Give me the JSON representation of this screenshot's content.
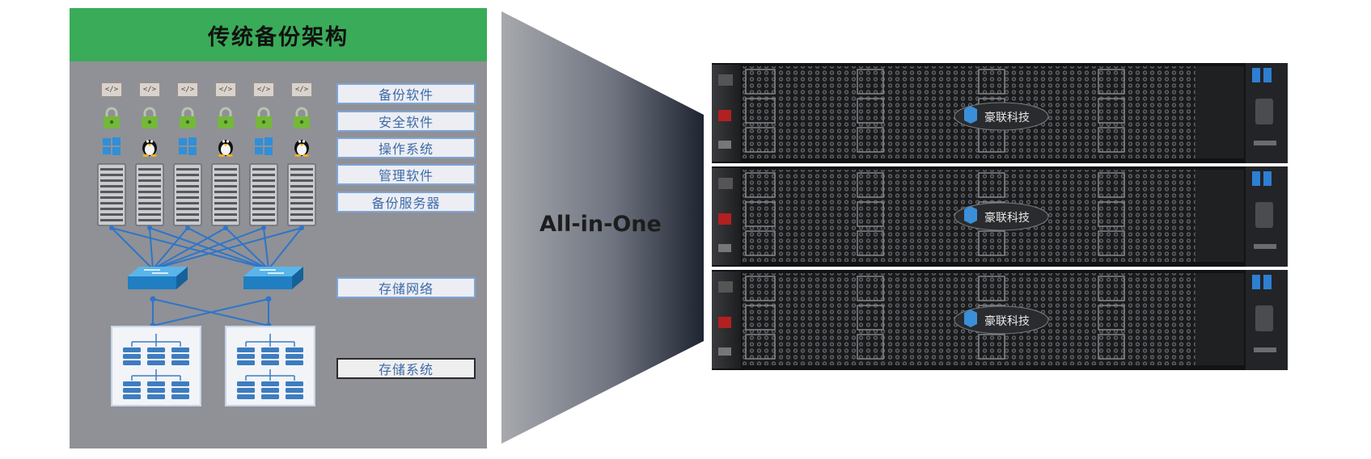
{
  "left_panel": {
    "title": "传统备份架构",
    "layers": {
      "backup_software": "备份软件",
      "security_software": "安全软件",
      "operating_system": "操作系统",
      "management_software": "管理软件",
      "backup_server": "备份服务器",
      "storage_network": "存储网络",
      "storage_system": "存储系统"
    },
    "nodes": [
      {
        "code": "</>",
        "os": "windows"
      },
      {
        "code": "</>",
        "os": "linux"
      },
      {
        "code": "</>",
        "os": "windows"
      },
      {
        "code": "</>",
        "os": "linux"
      },
      {
        "code": "</>",
        "os": "windows"
      },
      {
        "code": "</>",
        "os": "linux"
      }
    ]
  },
  "middle": {
    "label": "All-in-One"
  },
  "rack": {
    "units": [
      {
        "brand": "豪联科技"
      },
      {
        "brand": "豪联科技"
      },
      {
        "brand": "豪联科技"
      }
    ]
  },
  "colors": {
    "header_green": "#3aab58",
    "panel_gray": "#8f9196",
    "link_blue": "#2f75c9",
    "switch_blue": "#2b8fd0",
    "disk_blue": "#3d7dbf"
  }
}
